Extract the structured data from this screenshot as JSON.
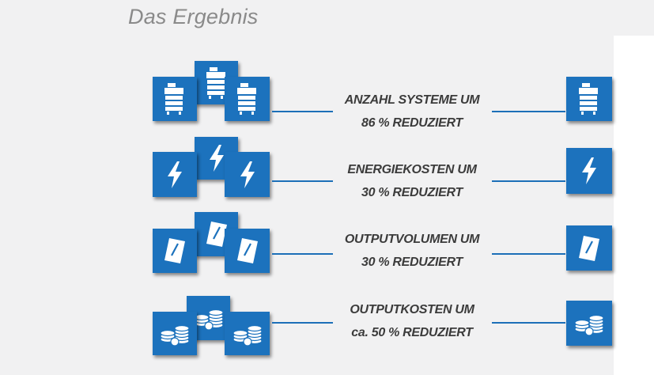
{
  "page": {
    "title": "Das Ergebnis"
  },
  "rows": [
    {
      "icon": "printer-icon",
      "line1": "ANZAHL SYSTEME UM",
      "line2": "86 % REDUZIERT"
    },
    {
      "icon": "lightning-icon",
      "line1": "ENERGIEKOSTEN UM",
      "line2": "30 % REDUZIERT"
    },
    {
      "icon": "document-pen-icon",
      "line1": "OUTPUTVOLUMEN UM",
      "line2": "30 % REDUZIERT"
    },
    {
      "icon": "coins-icon",
      "line1": "OUTPUTKOSTEN UM",
      "line2": "ca. 50 % REDUZIERT"
    }
  ],
  "colors": {
    "tile": "#1c72bd",
    "line": "#1c6fb8",
    "title": "#8a8a8a",
    "caption": "#3b3b3b"
  }
}
